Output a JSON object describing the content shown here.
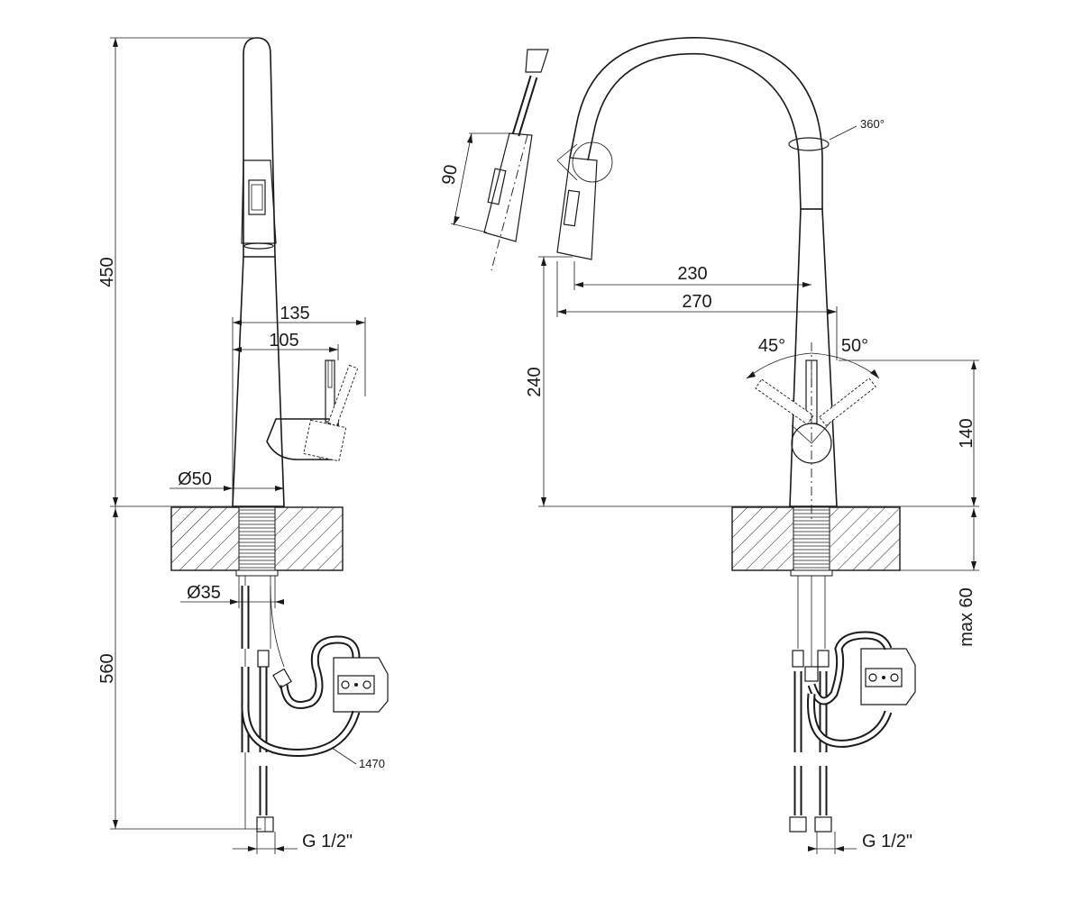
{
  "side_view": {
    "dimensions": {
      "total_height": "450",
      "hose_length": "560",
      "reach_outer": "135",
      "reach_inner": "105",
      "base_diameter": "Ø50",
      "hole_diameter": "Ø35",
      "hose_note": "1470",
      "thread": "G 1/2\""
    }
  },
  "front_view": {
    "dimensions": {
      "pull_out": "90",
      "rotation": "360°",
      "spout_reach_inner": "230",
      "spout_reach_outer": "270",
      "spout_height": "240",
      "lever_height": "140",
      "lever_angle_left": "45°",
      "lever_angle_right": "50°",
      "max_mount": "max 60",
      "thread": "G 1/2\""
    }
  }
}
